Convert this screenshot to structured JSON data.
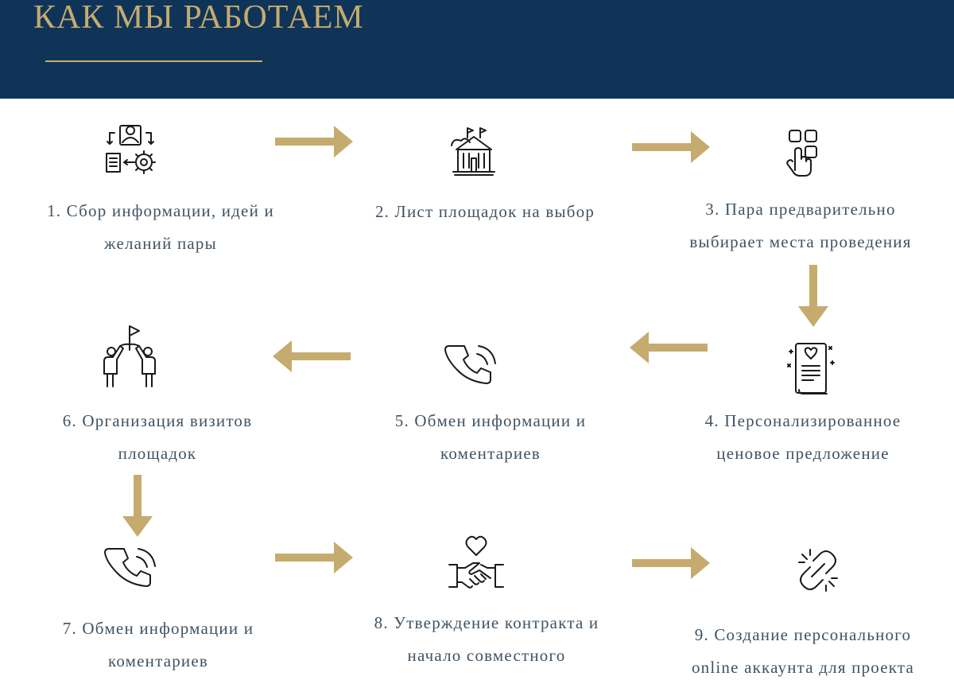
{
  "header": {
    "title": "КАК МЫ РАБОТАЕМ"
  },
  "colors": {
    "header_bg": "#0f3458",
    "accent_gold": "#c6ab6e",
    "text": "#3f5364",
    "icon_stroke": "#1a1a1a"
  },
  "steps": [
    {
      "icon": "team-workflow-icon",
      "lines": [
        "1. Сбор информации, идей и",
        "желаний пары"
      ]
    },
    {
      "icon": "venue-building-icon",
      "lines": [
        "2. Лист площадок на выбор"
      ]
    },
    {
      "icon": "touch-select-icon",
      "lines": [
        "3. Пара предварительно",
        "выбирает места проведения"
      ]
    },
    {
      "icon": "proposal-document-icon",
      "lines": [
        "4. Персонализированное",
        "ценовое предложение"
      ]
    },
    {
      "icon": "phone-call-icon",
      "lines": [
        "5. Обмен информации и",
        "коментариев"
      ]
    },
    {
      "icon": "team-flag-icon",
      "lines": [
        "6. Организация визитов",
        "площадок"
      ]
    },
    {
      "icon": "phone-call-icon",
      "lines": [
        "7. Обмен информации и",
        "коментариев"
      ]
    },
    {
      "icon": "handshake-heart-icon",
      "lines": [
        "8. Утверждение контракта и",
        "начало совместного"
      ]
    },
    {
      "icon": "link-chain-icon",
      "lines": [
        "9. Создание персонального",
        "online аккаунта для проекта"
      ]
    }
  ]
}
